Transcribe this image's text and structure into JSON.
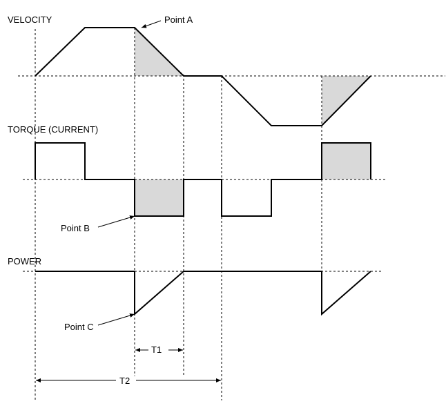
{
  "labels": {
    "velocity": "VELOCITY",
    "torque": "TORQUE (CURRENT)",
    "power": "POWER",
    "point_a": "Point A",
    "point_b": "Point B",
    "point_c": "Point C",
    "t1": "T1",
    "t2": "T2"
  },
  "colors": {
    "line": "#000000",
    "shade": "#d9d9d9",
    "background": "#ffffff"
  }
}
